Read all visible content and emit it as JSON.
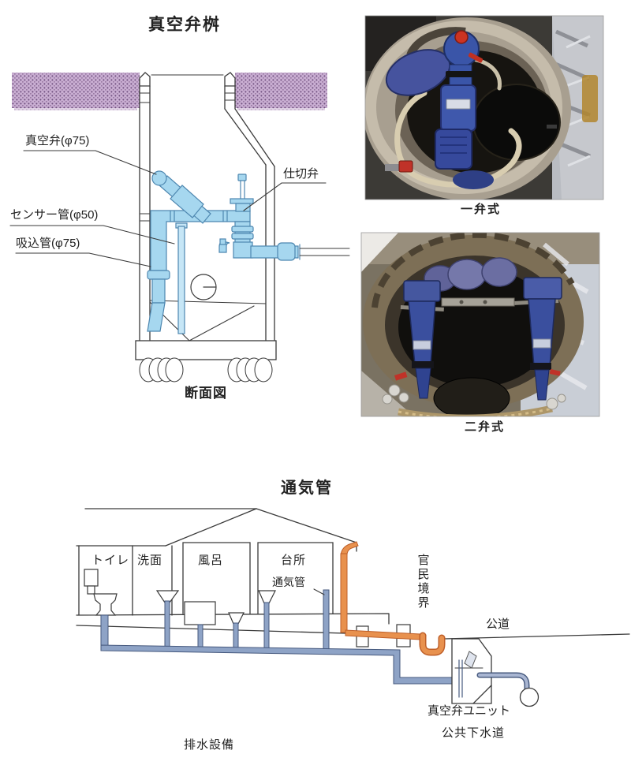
{
  "vacuum_pit": {
    "title": "真空弁桝",
    "caption": "断面図",
    "labels": {
      "vacuum_valve": "真空弁(φ75)",
      "gate_valve": "仕切弁",
      "sensor_pipe": "センサー管(φ50)",
      "suction_pipe": "吸込管(φ75)"
    },
    "photo_top_caption": "一弁式",
    "photo_bottom_caption": "二弁式"
  },
  "vent": {
    "title": "通気管",
    "rooms": [
      "トイレ",
      "洗面",
      "風呂",
      "台所"
    ],
    "vent_pipe_label": "通気管",
    "boundary_label": "官民境界",
    "road_label": "公道",
    "unit_label": "真空弁ユニット",
    "caption_left": "排水設備",
    "caption_right": "公共下水道"
  },
  "colors": {
    "pipe_fill": "#a6d7ef",
    "pipe_stroke": "#4e87b0",
    "sensor_fill": "#c6e6f6",
    "drain_fill": "#8ea3c6",
    "drain_stroke": "#46597e",
    "vent_orange": "#e8914e",
    "vent_orange_stroke": "#bf5f28",
    "ground_purple": "#c9aed2",
    "ground_dot": "#6e4e7e",
    "ink": "#3a3a3a"
  }
}
